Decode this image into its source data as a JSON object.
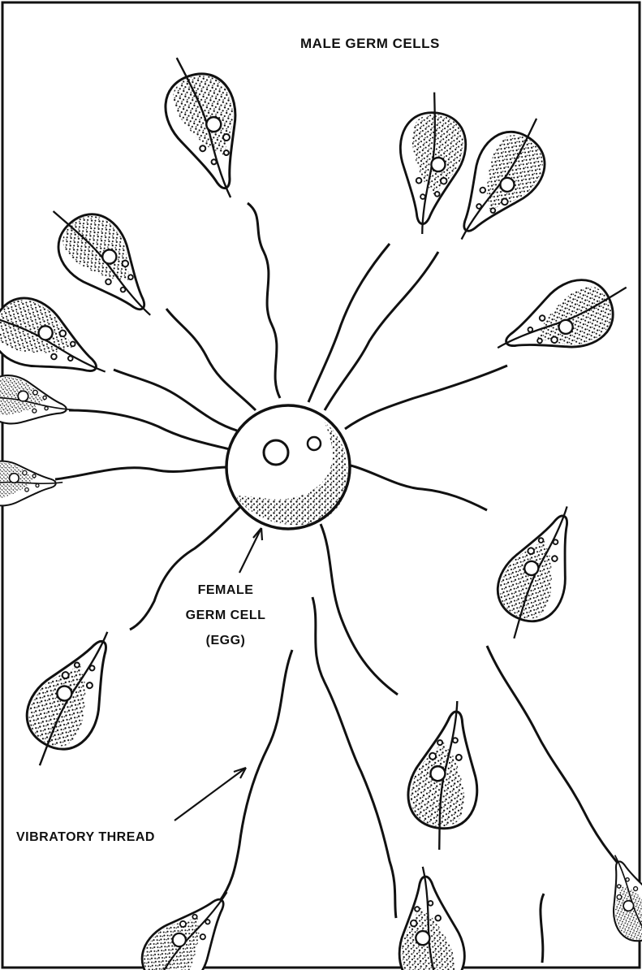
{
  "labels": {
    "male_germ_cells": "MALE GERM CELLS",
    "female_line1": "FEMALE",
    "female_line2": "GERM CELL",
    "female_line3": "(EGG)",
    "vibratory_thread": "VIBRATORY THREAD"
  },
  "colors": {
    "ink": "#111111",
    "paper": "#ffffff"
  }
}
